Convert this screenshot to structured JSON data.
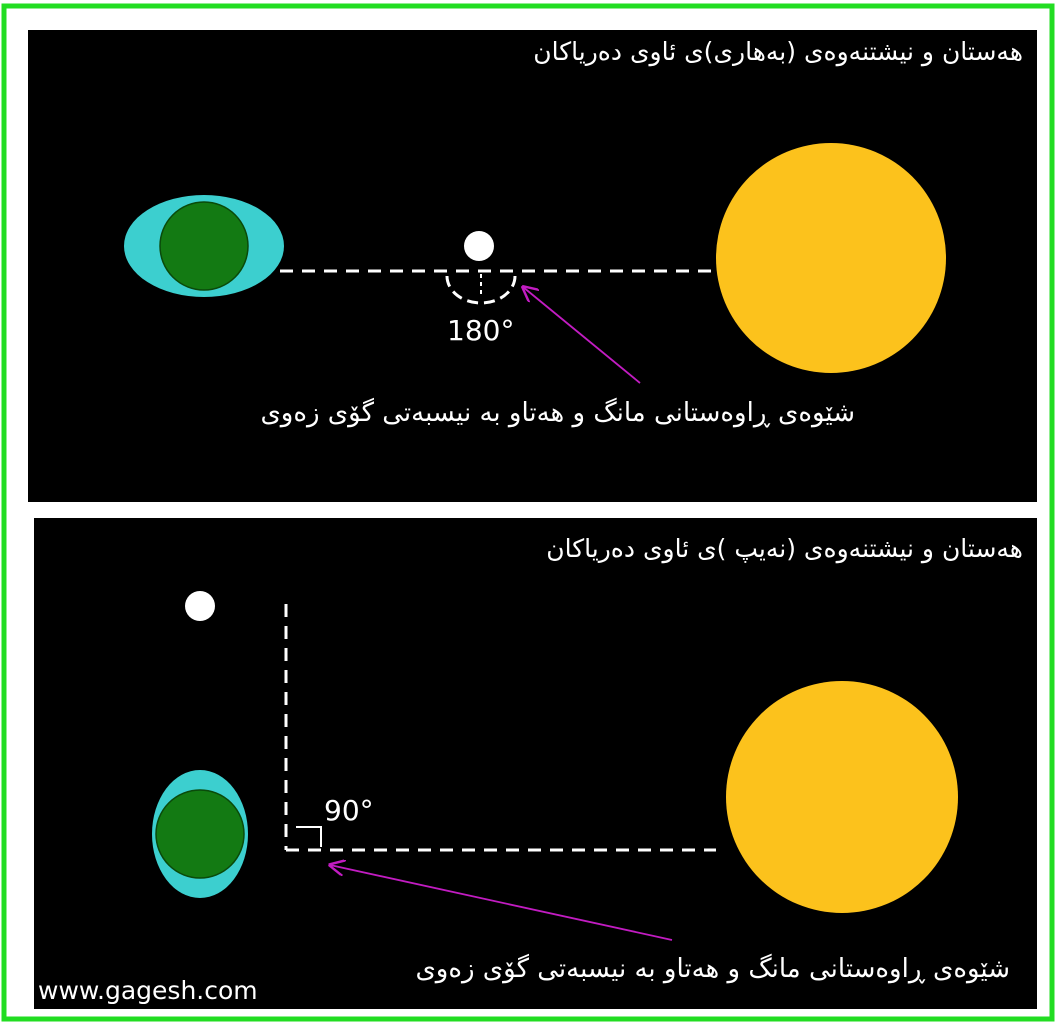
{
  "colors": {
    "frame": "#22dd22",
    "panel_bg": "#000000",
    "earth_ocean": "#3ccfcf",
    "earth_land": "#137a13",
    "moon": "#ffffff",
    "sun": "#fcc21c",
    "guide_line": "#ffffff",
    "pointer_arrow": "#c21cc2"
  },
  "spring_tide_panel": {
    "title": "هەستان و نیشتنەوەی (بەهاری)ی ئاوی دەریاکان",
    "angle_label": "180°",
    "caption": "شێوەی ڕاوەستانی مانگ و هەتاو بە نیسبەتی گۆی زەوی",
    "icons": [
      "earth-icon",
      "moon-icon",
      "sun-icon",
      "pointer-arrow-icon"
    ]
  },
  "neap_tide_panel": {
    "title": "هەستان و نیشتنەوەی (نەیپ )ی ئاوی دەریاکان",
    "angle_label": "90°",
    "caption": "شێوەی ڕاوەستانی مانگ و هەتاو بە نیسبەتی گۆی زەوی",
    "icons": [
      "earth-icon",
      "moon-icon",
      "sun-icon",
      "right-angle-icon",
      "pointer-arrow-icon"
    ]
  },
  "watermark": "www.gagesh.com"
}
